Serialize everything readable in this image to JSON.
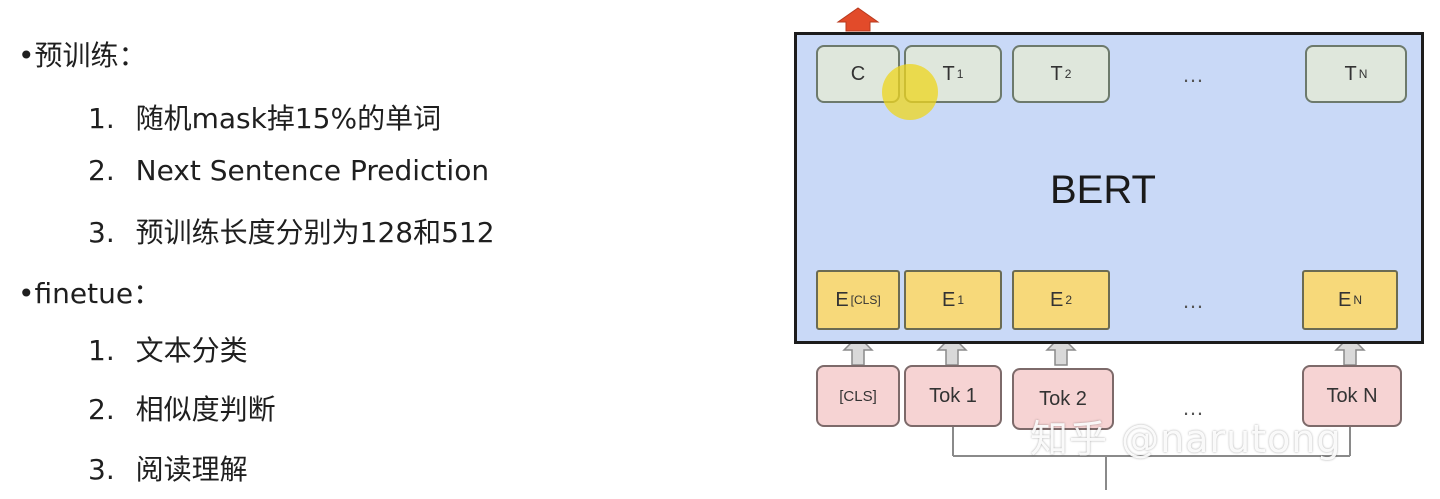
{
  "left_text": {
    "pretrain_header": "•预训练：",
    "pretrain_items": [
      {
        "num": "1.",
        "text": "随机mask掉15%的单词"
      },
      {
        "num": "2.",
        "text": "Next Sentence Prediction"
      },
      {
        "num": "3.",
        "text": "预训练长度分别为128和512"
      }
    ],
    "finetune_header": "•finetue：",
    "finetune_items": [
      {
        "num": "1.",
        "text": "文本分类"
      },
      {
        "num": "2.",
        "text": "相似度判断"
      },
      {
        "num": "3.",
        "text": "阅读理解"
      }
    ]
  },
  "diagram": {
    "title": "BERT",
    "top_boxes": [
      {
        "main": "C",
        "sub": ""
      },
      {
        "main": "T",
        "sub": "1"
      },
      {
        "main": "T",
        "sub": "2"
      },
      {
        "main": "…",
        "sub": ""
      },
      {
        "main": "T",
        "sub": "N"
      }
    ],
    "embed_boxes": [
      {
        "main": "E",
        "sub": "[CLS]"
      },
      {
        "main": "E",
        "sub": "1"
      },
      {
        "main": "E",
        "sub": "2"
      },
      {
        "main": "…",
        "sub": ""
      },
      {
        "main": "E",
        "sub": "N"
      }
    ],
    "tokens": [
      {
        "label": "[CLS]"
      },
      {
        "label": "Tok 1"
      },
      {
        "label": "Tok 2"
      },
      {
        "label": "…"
      },
      {
        "label": "Tok N"
      }
    ],
    "watermark": "知乎 @narutong",
    "colors": {
      "box_bg": "#c9d9f7",
      "top_box_bg": "#dfe7dc",
      "embed_box_bg": "#f7d97a",
      "token_box_bg": "#f6d3d3",
      "arrow_red": "#e24b2a",
      "highlight": "#eed61e"
    }
  }
}
